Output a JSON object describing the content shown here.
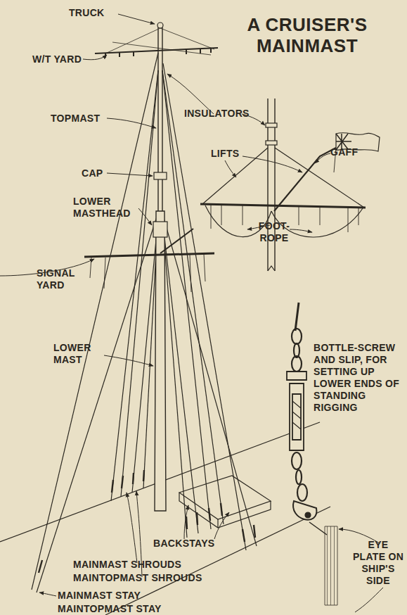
{
  "diagram": {
    "title": "A CRUISER'S MAINMAST",
    "labels": [
      "TRUCK",
      "W/T YARD",
      "TOPMAST",
      "INSULATORS",
      "LIFTS",
      "GAFF",
      "CAP",
      "LOWER MASTHEAD",
      "FOOT-ROPE",
      "SIGNAL YARD",
      "LOWER MAST",
      "BOTTLE-SCREW AND SLIP, FOR SETTING UP LOWER ENDS OF STANDING RIGGING",
      "EYE PLATE ON SHIP'S SIDE",
      "BACKSTAYS",
      "MAINMAST SHROUDS",
      "MAINTOPMAST SHROUDS",
      "MAINMAST STAY",
      "MAINTOPMAST STAY"
    ]
  }
}
